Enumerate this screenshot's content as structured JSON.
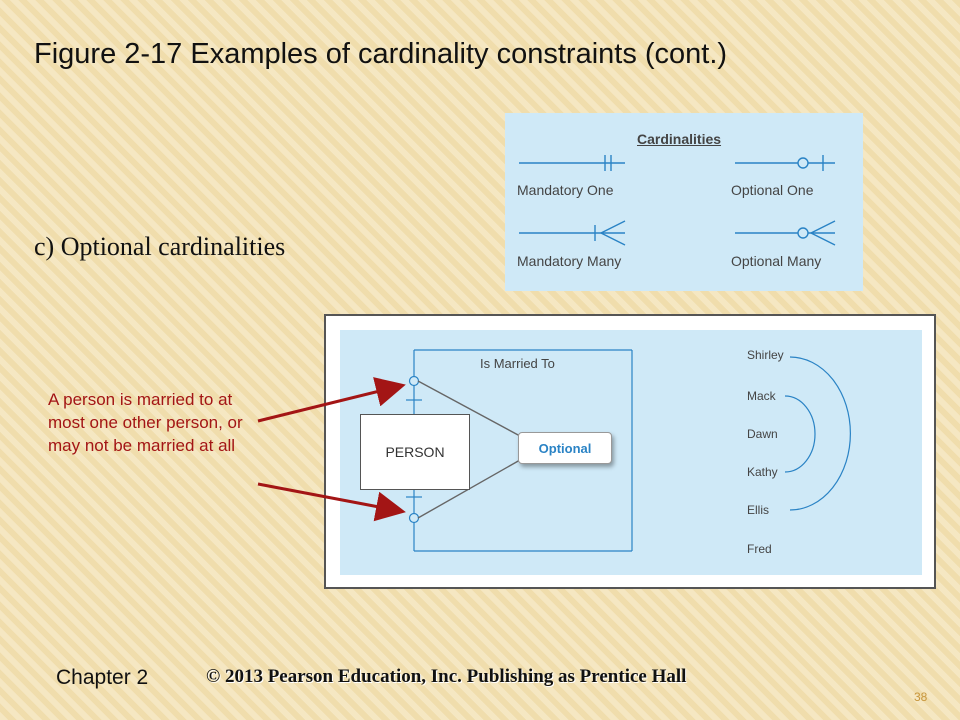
{
  "slide": {
    "title": "Figure 2-17 Examples of cardinality constraints (cont.)",
    "subtitle": "c) Optional cardinalities",
    "annotation": "A person is married to at most one other person, or may not be married at all",
    "footer_chapter": "Chapter 2",
    "footer_copyright": "© 2013 Pearson Education, Inc.  Publishing as Prentice Hall",
    "page_number": "38"
  },
  "legend": {
    "heading": "Cardinalities",
    "items": [
      {
        "label": "Mandatory One",
        "symbol": "mandatory-one"
      },
      {
        "label": "Optional One",
        "symbol": "optional-one"
      },
      {
        "label": "Mandatory Many",
        "symbol": "mandatory-many"
      },
      {
        "label": "Optional Many",
        "symbol": "optional-many"
      }
    ]
  },
  "diagram": {
    "relationship": "Is Married To",
    "entity": "PERSON",
    "callout": "Optional",
    "names": [
      "Shirley",
      "Mack",
      "Dawn",
      "Kathy",
      "Ellis",
      "Fred"
    ]
  },
  "colors": {
    "background": "#f3e2b4",
    "panel": "#cfe9f7",
    "accent_line": "#2a83c5",
    "annotation": "#a31515"
  }
}
